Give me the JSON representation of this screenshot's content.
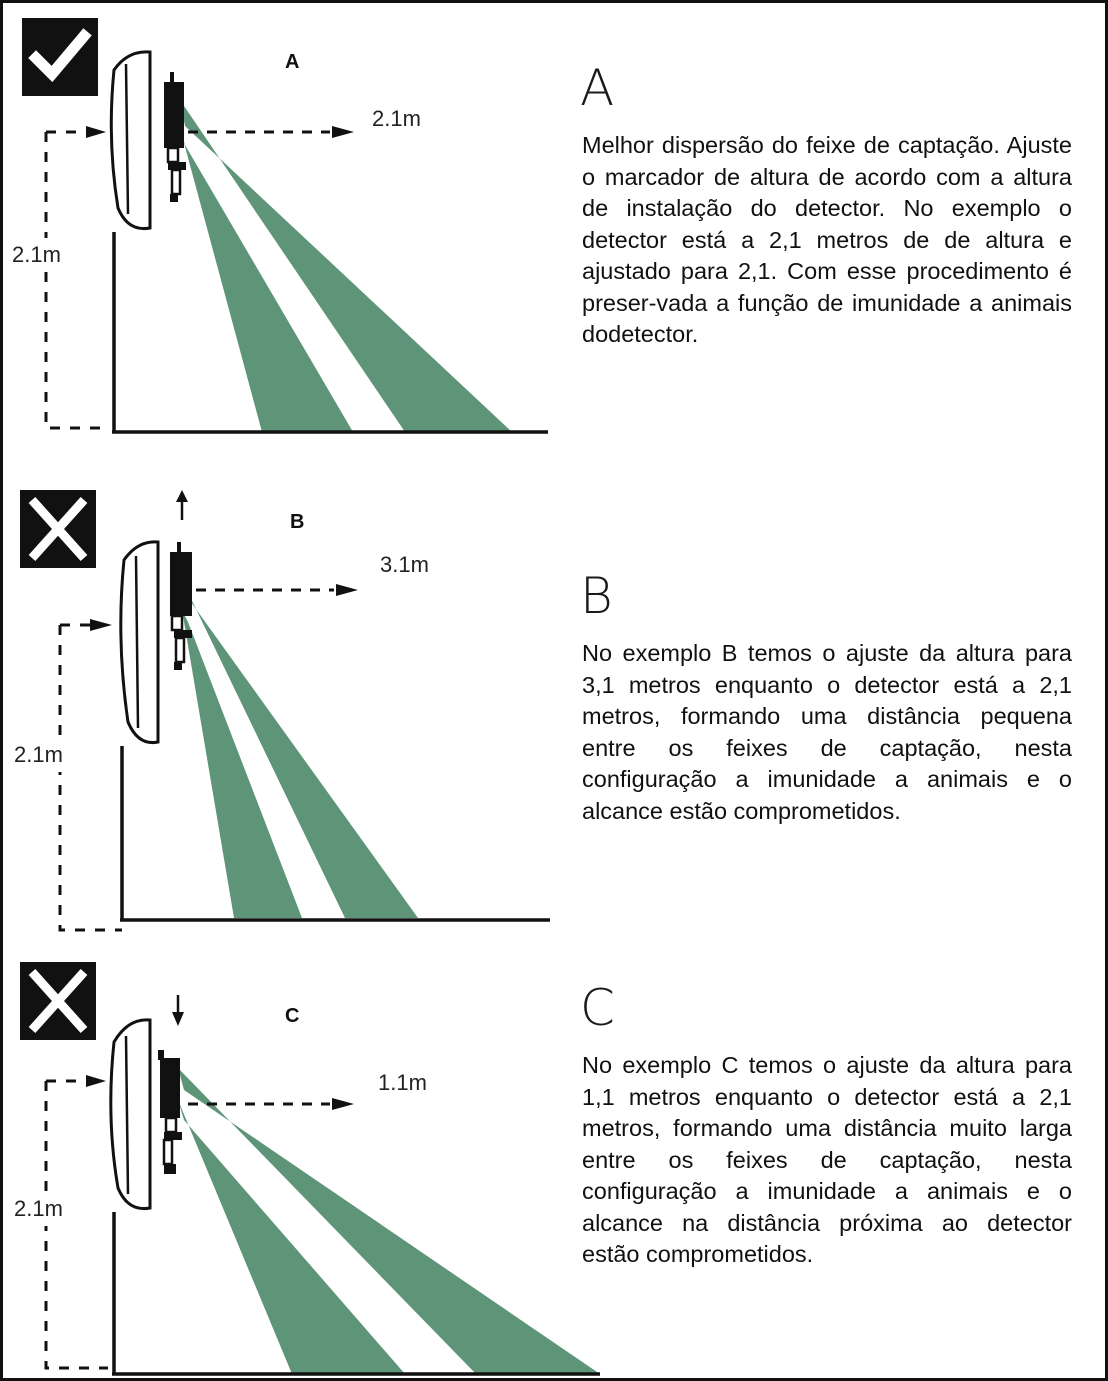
{
  "colors": {
    "beam": "#5e9478",
    "ink": "#111111",
    "ok_badge": "#111111"
  },
  "icons": [
    "check-badge-icon",
    "cross-badge-icon"
  ],
  "panels": [
    {
      "status": "ok",
      "letter": "A",
      "height_setting": "2.1m",
      "install_height": "2.1m",
      "adjust_arrow": "none",
      "big_letter": "A",
      "text": "Melhor dispersão do feixe de captação. Ajuste o marcador de altura de acordo com a altura de instalação do detector. No exemplo o detector está a 2,1 metros de de altura e ajustado para 2,1. Com esse procedimento é preser-vada a função de imunidade a animais dodetector."
    },
    {
      "status": "wrong",
      "letter": "B",
      "height_setting": "3.1m",
      "install_height": "2.1m",
      "adjust_arrow": "up",
      "big_letter": "B",
      "text": "No exemplo B temos o ajuste da altura para 3,1 metros enquanto o detector está a 2,1 metros, formando uma distância pequena entre os feixes de captação, nesta configuração a imunidade a animais e o alcance estão comprometidos."
    },
    {
      "status": "wrong",
      "letter": "C",
      "height_setting": "1.1m",
      "install_height": "2.1m",
      "adjust_arrow": "down",
      "big_letter": "C",
      "text": "No exemplo C temos o ajuste da altura para 1,1 metros enquanto o detector está a 2,1 metros, formando uma distância muito larga entre os feixes de captação, nesta configuração a imunidade a animais e o alcance na distância próxima ao detector estão comprometidos."
    }
  ]
}
